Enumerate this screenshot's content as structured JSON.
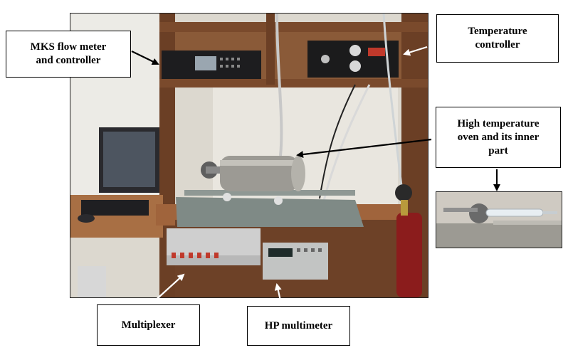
{
  "labels": {
    "mks": "MKS flow meter\nand controller",
    "temperature": "Temperature\ncontroller",
    "oven": "High temperature\noven and its inner\npart",
    "multiplexer": "Multiplexer",
    "hp": "HP multimeter"
  },
  "colors": {
    "wall": "#e9e6df",
    "shelf_wood": "#7a4a2c",
    "desk_wood": "#a86f44",
    "instrument_dark": "#1d1d1f",
    "steel": "#9c9a94"
  }
}
